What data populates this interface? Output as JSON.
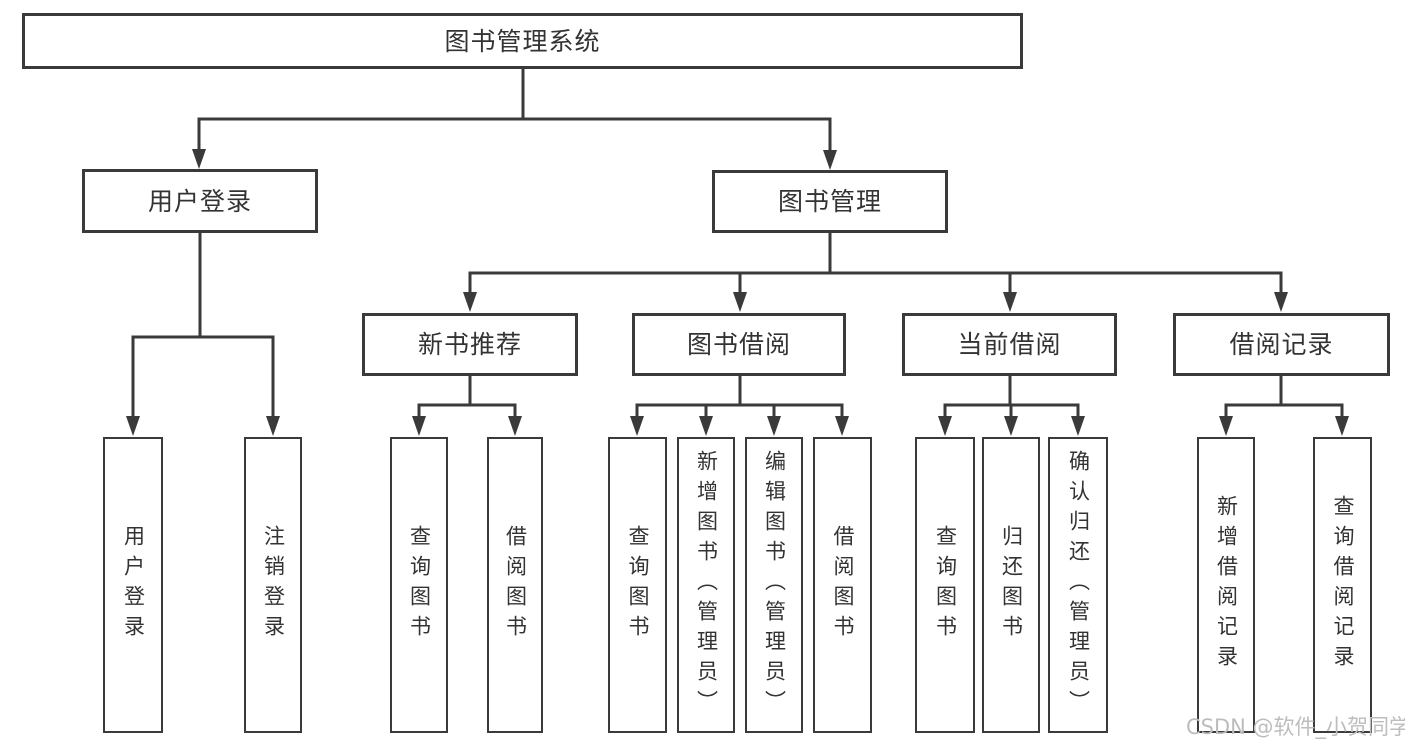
{
  "tree": {
    "label": "图书管理系统",
    "children": [
      {
        "label": "用户登录",
        "children": [
          {
            "label": "用户登录"
          },
          {
            "label": "注销登录"
          }
        ]
      },
      {
        "label": "图书管理",
        "children": [
          {
            "label": "新书推荐",
            "children": [
              {
                "label": "查询图书"
              },
              {
                "label": "借阅图书"
              }
            ]
          },
          {
            "label": "图书借阅",
            "children": [
              {
                "label": "查询图书"
              },
              {
                "label": "新增图书（管理员）"
              },
              {
                "label": "编辑图书（管理员）"
              },
              {
                "label": "借阅图书"
              }
            ]
          },
          {
            "label": "当前借阅",
            "children": [
              {
                "label": "查询图书"
              },
              {
                "label": "归还图书"
              },
              {
                "label": "确认归还（管理员）"
              }
            ]
          },
          {
            "label": "借阅记录",
            "children": [
              {
                "label": "新增借阅记录"
              },
              {
                "label": "查询借阅记录"
              }
            ]
          }
        ]
      }
    ]
  },
  "watermark": {
    "text": "CSDN @软件_小贺同学"
  },
  "colors": {
    "line": "#3a3a3a",
    "text": "#333333",
    "background": "#ffffff",
    "watermark": "#bdbdbd"
  }
}
